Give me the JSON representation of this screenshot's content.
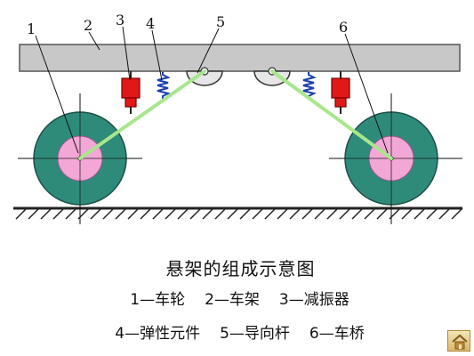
{
  "callouts": {
    "c1": "1",
    "c2": "2",
    "c3": "3",
    "c4": "4",
    "c5": "5",
    "c6": "6"
  },
  "caption": {
    "title": "悬架的组成示意图"
  },
  "legend": {
    "row1": [
      {
        "num": "1",
        "sep": "—",
        "label": "车轮"
      },
      {
        "num": "2",
        "sep": "—",
        "label": "车架"
      },
      {
        "num": "3",
        "sep": "—",
        "label": "减振器"
      }
    ],
    "row2": [
      {
        "num": "4",
        "sep": "—",
        "label": "弹性元件"
      },
      {
        "num": "5",
        "sep": "—",
        "label": "导向杆"
      },
      {
        "num": "6",
        "sep": "—",
        "label": "车桥"
      }
    ]
  },
  "colors": {
    "frame": "#c8c8c8",
    "tire": "#2e8b7a",
    "hub": "#f2a7d6",
    "shock": "#e11818",
    "spring": "#1a3fb0",
    "arm": "#a8e68c",
    "ground": "#222222"
  },
  "icons": {
    "home": "home-icon"
  }
}
